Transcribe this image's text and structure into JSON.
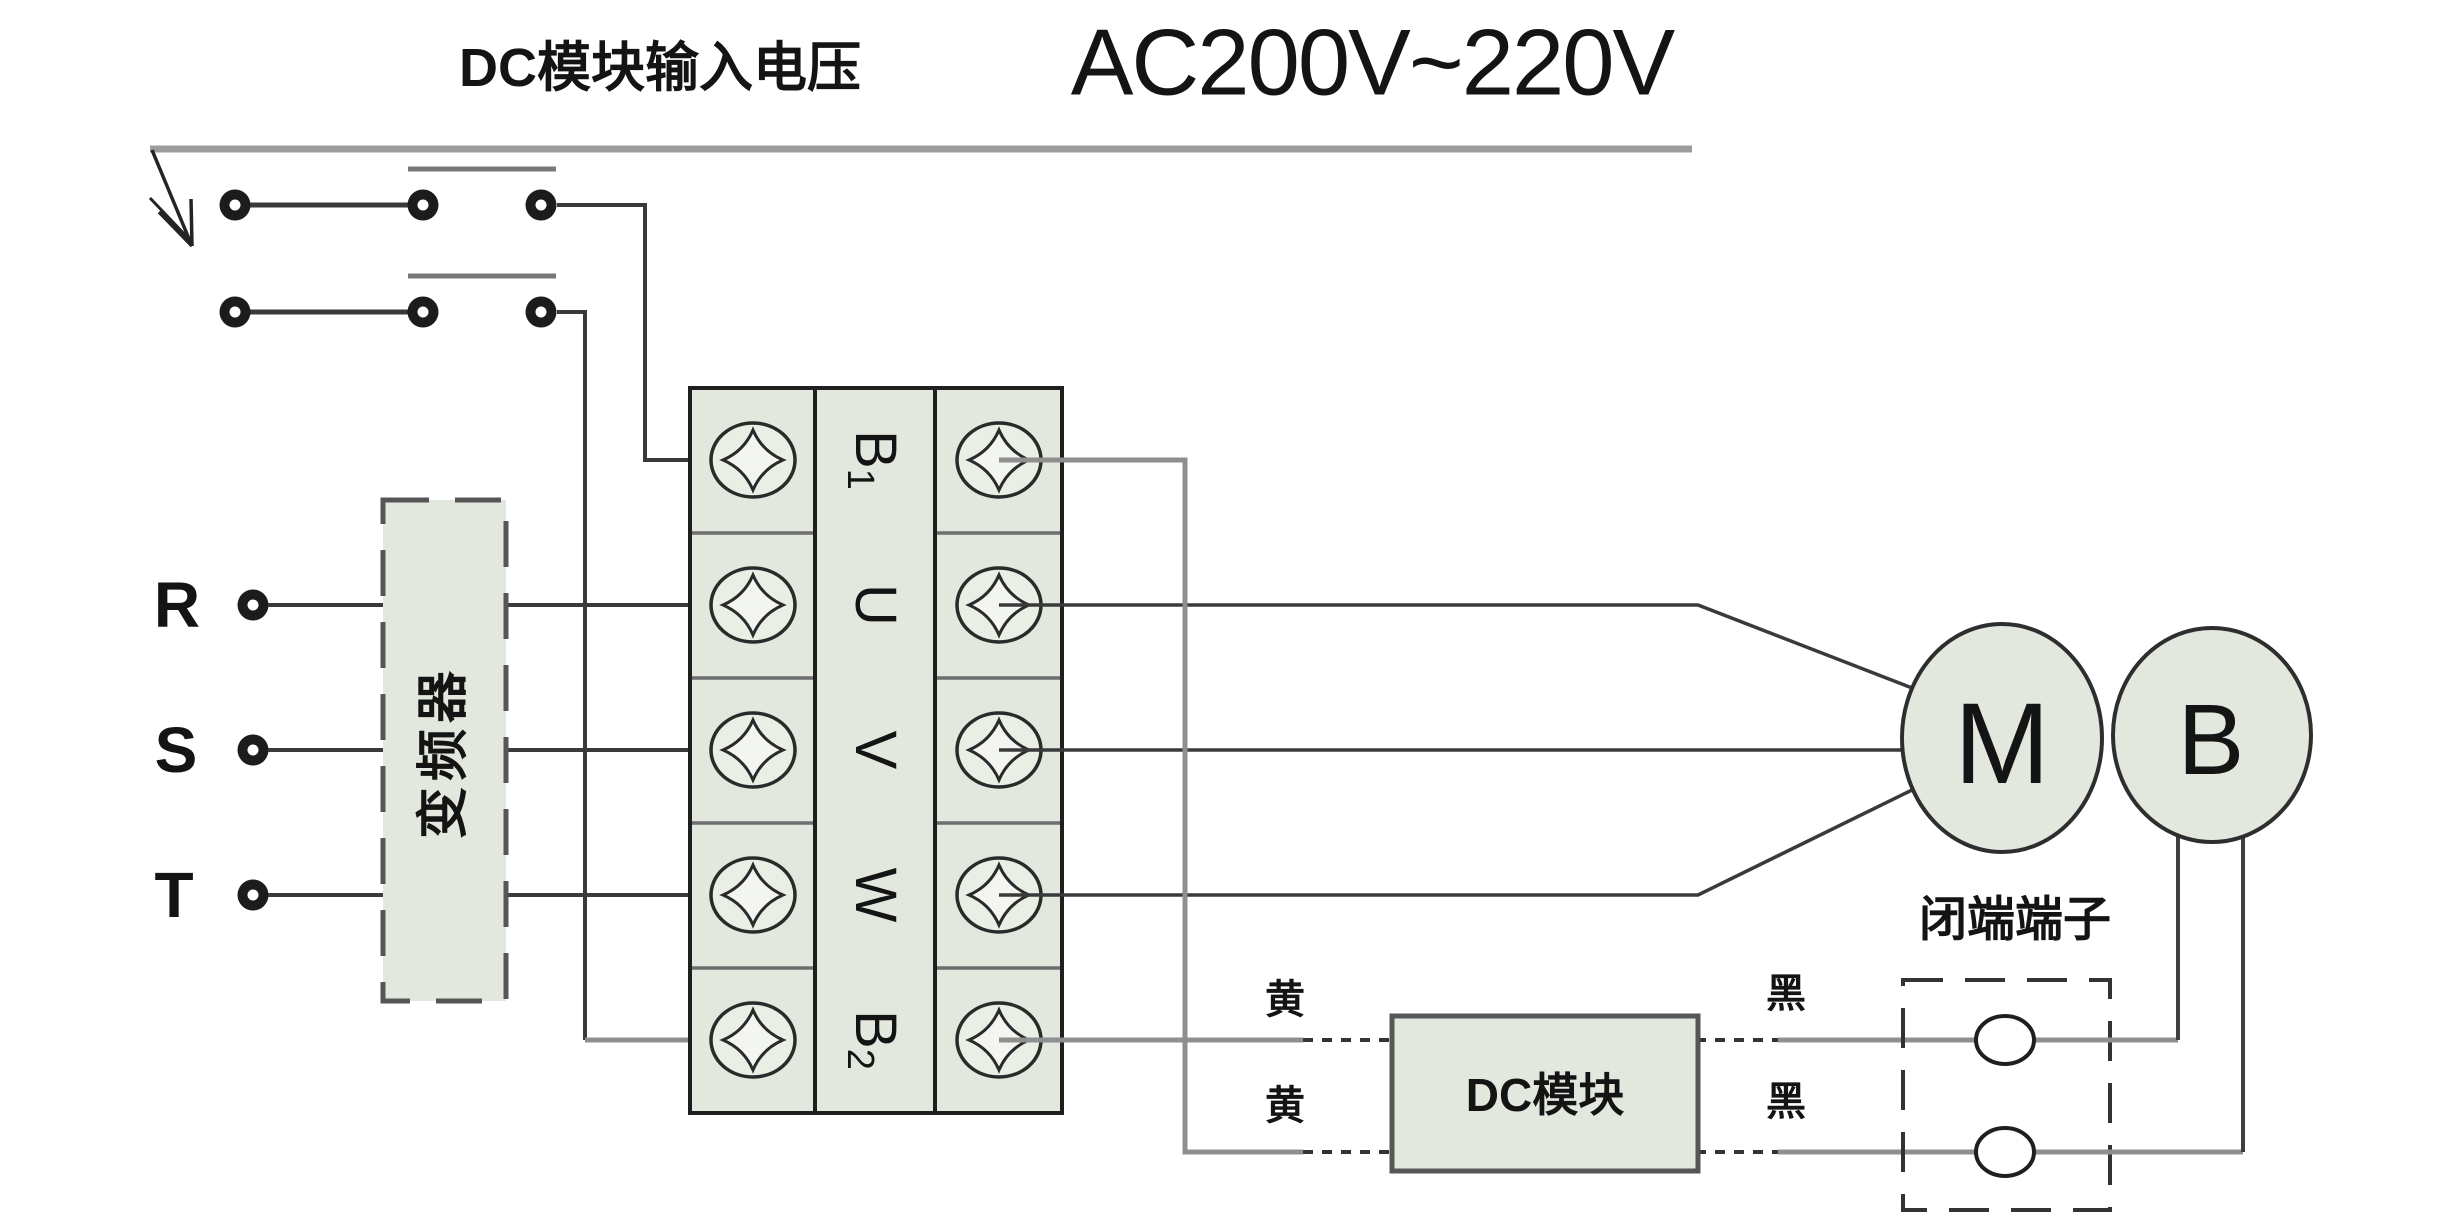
{
  "diagram": {
    "top": {
      "dc_input_label": "DC模块输入电压",
      "ac_voltage_label": "AC200V~220V"
    },
    "power_input": {
      "terminals": [
        "R",
        "S",
        "T"
      ]
    },
    "inverter": {
      "label": "变频器"
    },
    "terminal_block": {
      "rows": [
        {
          "main": "B",
          "sub": "1"
        },
        {
          "main": "U",
          "sub": ""
        },
        {
          "main": "V",
          "sub": ""
        },
        {
          "main": "W",
          "sub": ""
        },
        {
          "main": "B",
          "sub": "2"
        }
      ]
    },
    "motor": {
      "label": "M"
    },
    "brake": {
      "label": "B"
    },
    "dc_module": {
      "label": "DC模块"
    },
    "closed_end_terminals": {
      "label": "闭端端子"
    },
    "wire_labels": {
      "yellow_upper": "黄",
      "yellow_lower": "黄",
      "black_upper": "黑",
      "black_lower": "黑"
    },
    "colors": {
      "component_fill": "#e2e8de",
      "wire_dark": "#3a3a3a",
      "wire_gray": "#8f8f8f",
      "rail_gray": "#9c9c9c",
      "text": "#141414"
    }
  }
}
